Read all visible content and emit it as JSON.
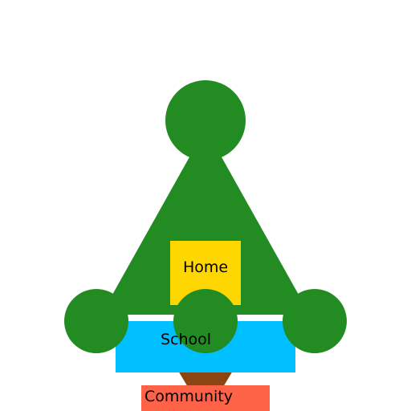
{
  "diagram": {
    "labels": {
      "home": "Home",
      "school": "School",
      "community": "Community"
    },
    "colors": {
      "background": "#ffffff",
      "tree_green": "#228b22",
      "home_yellow": "#ffd700",
      "school_blue": "#00bfff",
      "trunk_brown": "#8b4513",
      "community_red": "#ff6347",
      "label_text": "#000000"
    }
  }
}
